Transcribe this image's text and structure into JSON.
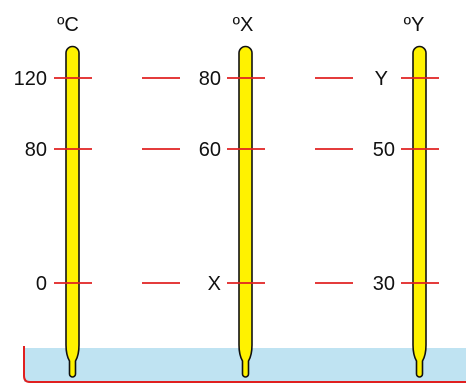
{
  "colors": {
    "thermometer_fill": "#FFF200",
    "outline": "#111111",
    "tick": "#E02020",
    "water": "#BFE3F2",
    "container": "#E02020"
  },
  "thermometers": [
    {
      "unit_label": "ºC",
      "marks": [
        "120",
        "80",
        "0"
      ]
    },
    {
      "unit_label": "ºX",
      "marks": [
        "80",
        "60",
        "X"
      ]
    },
    {
      "unit_label": "ºY",
      "marks": [
        "Y",
        "50",
        "30"
      ]
    }
  ]
}
